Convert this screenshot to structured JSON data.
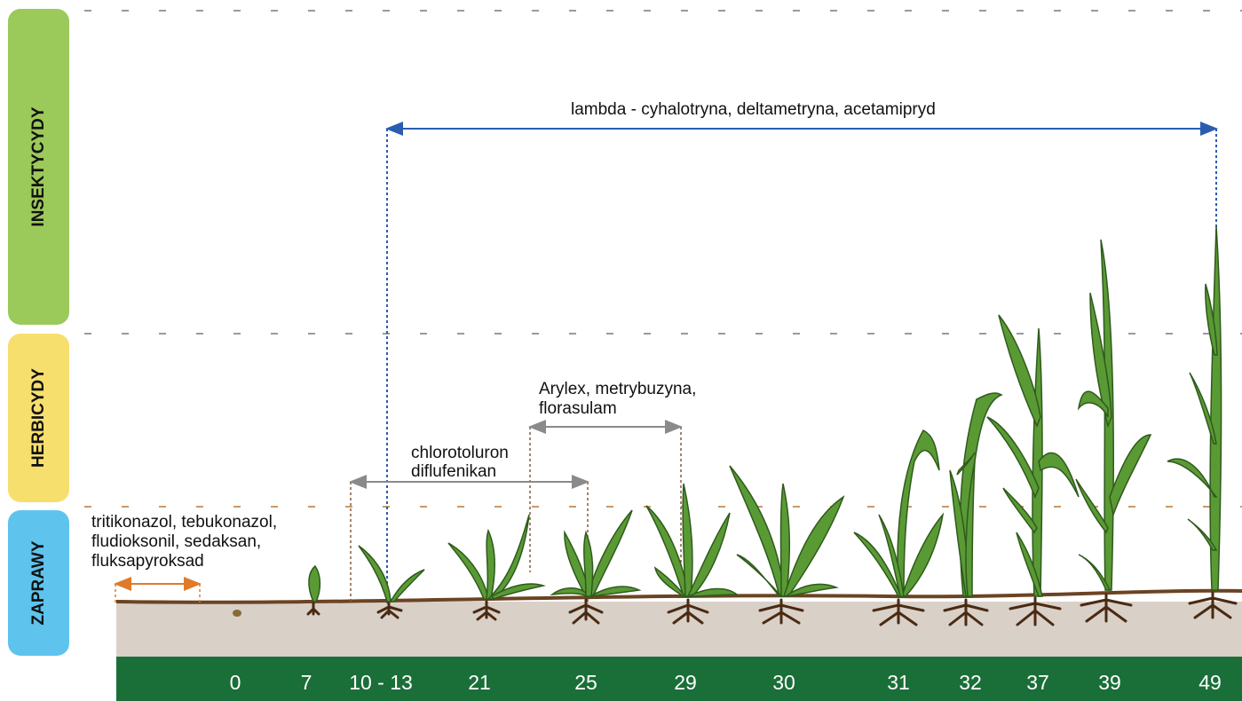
{
  "categories": {
    "insektycydy": "INSEKTYCYDY",
    "herbicydy": "HERBICYDY",
    "zaprawy": "ZAPRAWY"
  },
  "treatments": {
    "insecticides": "lambda - cyhalotryna, deltametryna, acetamipryd",
    "herbicide_late": [
      "Arylex, metrybuzyna,",
      "florasulam"
    ],
    "herbicide_early": [
      "chlorotoluron",
      "diflufenikan"
    ],
    "seed_dressing": [
      "tritikonazol, tebukonazol,",
      "fludioksonil, sedaksan,",
      "fluksapyroksad"
    ]
  },
  "growth_stages": [
    "0",
    "7",
    "10 - 13",
    "21",
    "25",
    "29",
    "30",
    "31",
    "32",
    "37",
    "39",
    "49"
  ],
  "colors": {
    "insecticide_arrow": "#2a5db0",
    "herbicide_arrow": "#8a8a8a",
    "seed_arrow": "#e07a2a",
    "soil": "#d9d0c8",
    "soil_line": "#6b4423",
    "bar": "#1a6e38",
    "plant": "#5a9a35"
  }
}
